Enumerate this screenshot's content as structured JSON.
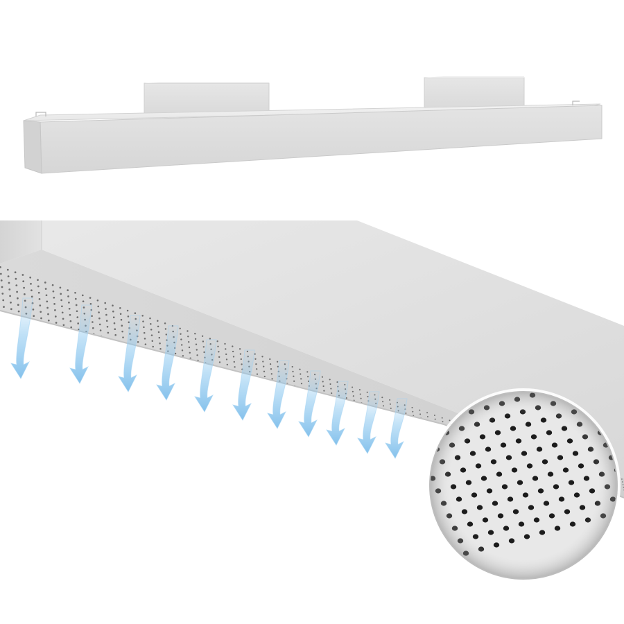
{
  "scene": {
    "subject": "ceiling-supply-air-diffuser",
    "top_view": "duct-unit-with-two-plenum-boxes",
    "bottom_view": "perforated-diffuser-face-with-airflow",
    "inset": "perforation-detail-magnifier"
  },
  "colors": {
    "background": "#ffffff",
    "panel_light": "#eaeaea",
    "panel_mid": "#dcdcdc",
    "panel_shadow": "#c9c9c9",
    "perforation": "#1c1c1c",
    "airflow": "#8cc8f0"
  },
  "airflow": {
    "arrow_count": 11
  }
}
